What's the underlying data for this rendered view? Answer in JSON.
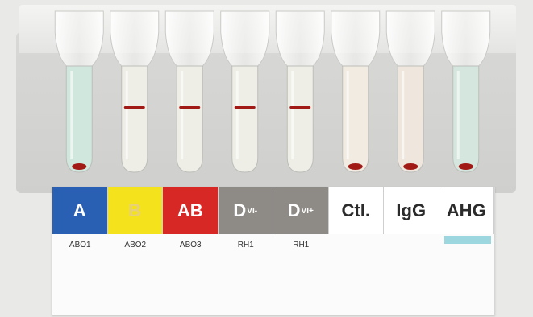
{
  "card": {
    "labels": [
      {
        "main": "A",
        "sup": ""
      },
      {
        "main": "B",
        "sup": ""
      },
      {
        "main": "AB",
        "sup": ""
      },
      {
        "main": "D",
        "sup": "VI-"
      },
      {
        "main": "D",
        "sup": "VI+"
      },
      {
        "main": "Ctl.",
        "sup": ""
      },
      {
        "main": "IgG",
        "sup": ""
      },
      {
        "main": "AHG",
        "sup": ""
      }
    ],
    "reagents": [
      "ABO1",
      "ABO2",
      "ABO3",
      "RH1",
      "RH1",
      "",
      "",
      ""
    ]
  },
  "colors": {
    "blue": "#2a60b3",
    "yellow": "#f3e21c",
    "red": "#d82826",
    "gray": "#8e8a86",
    "cell_red": "#a11a16",
    "ahg_bar": "#9cd6de"
  },
  "tubes": [
    {
      "result": "pellet",
      "fluid": "#cfe7dc"
    },
    {
      "result": "band",
      "fluid": "#eeeee6"
    },
    {
      "result": "band",
      "fluid": "#eeeee6"
    },
    {
      "result": "band",
      "fluid": "#eeeee6"
    },
    {
      "result": "band",
      "fluid": "#eeeee6"
    },
    {
      "result": "pellet",
      "fluid": "#f1ebe1"
    },
    {
      "result": "pellet",
      "fluid": "#efe7dd"
    },
    {
      "result": "pellet",
      "fluid": "#d4e6dd"
    }
  ]
}
